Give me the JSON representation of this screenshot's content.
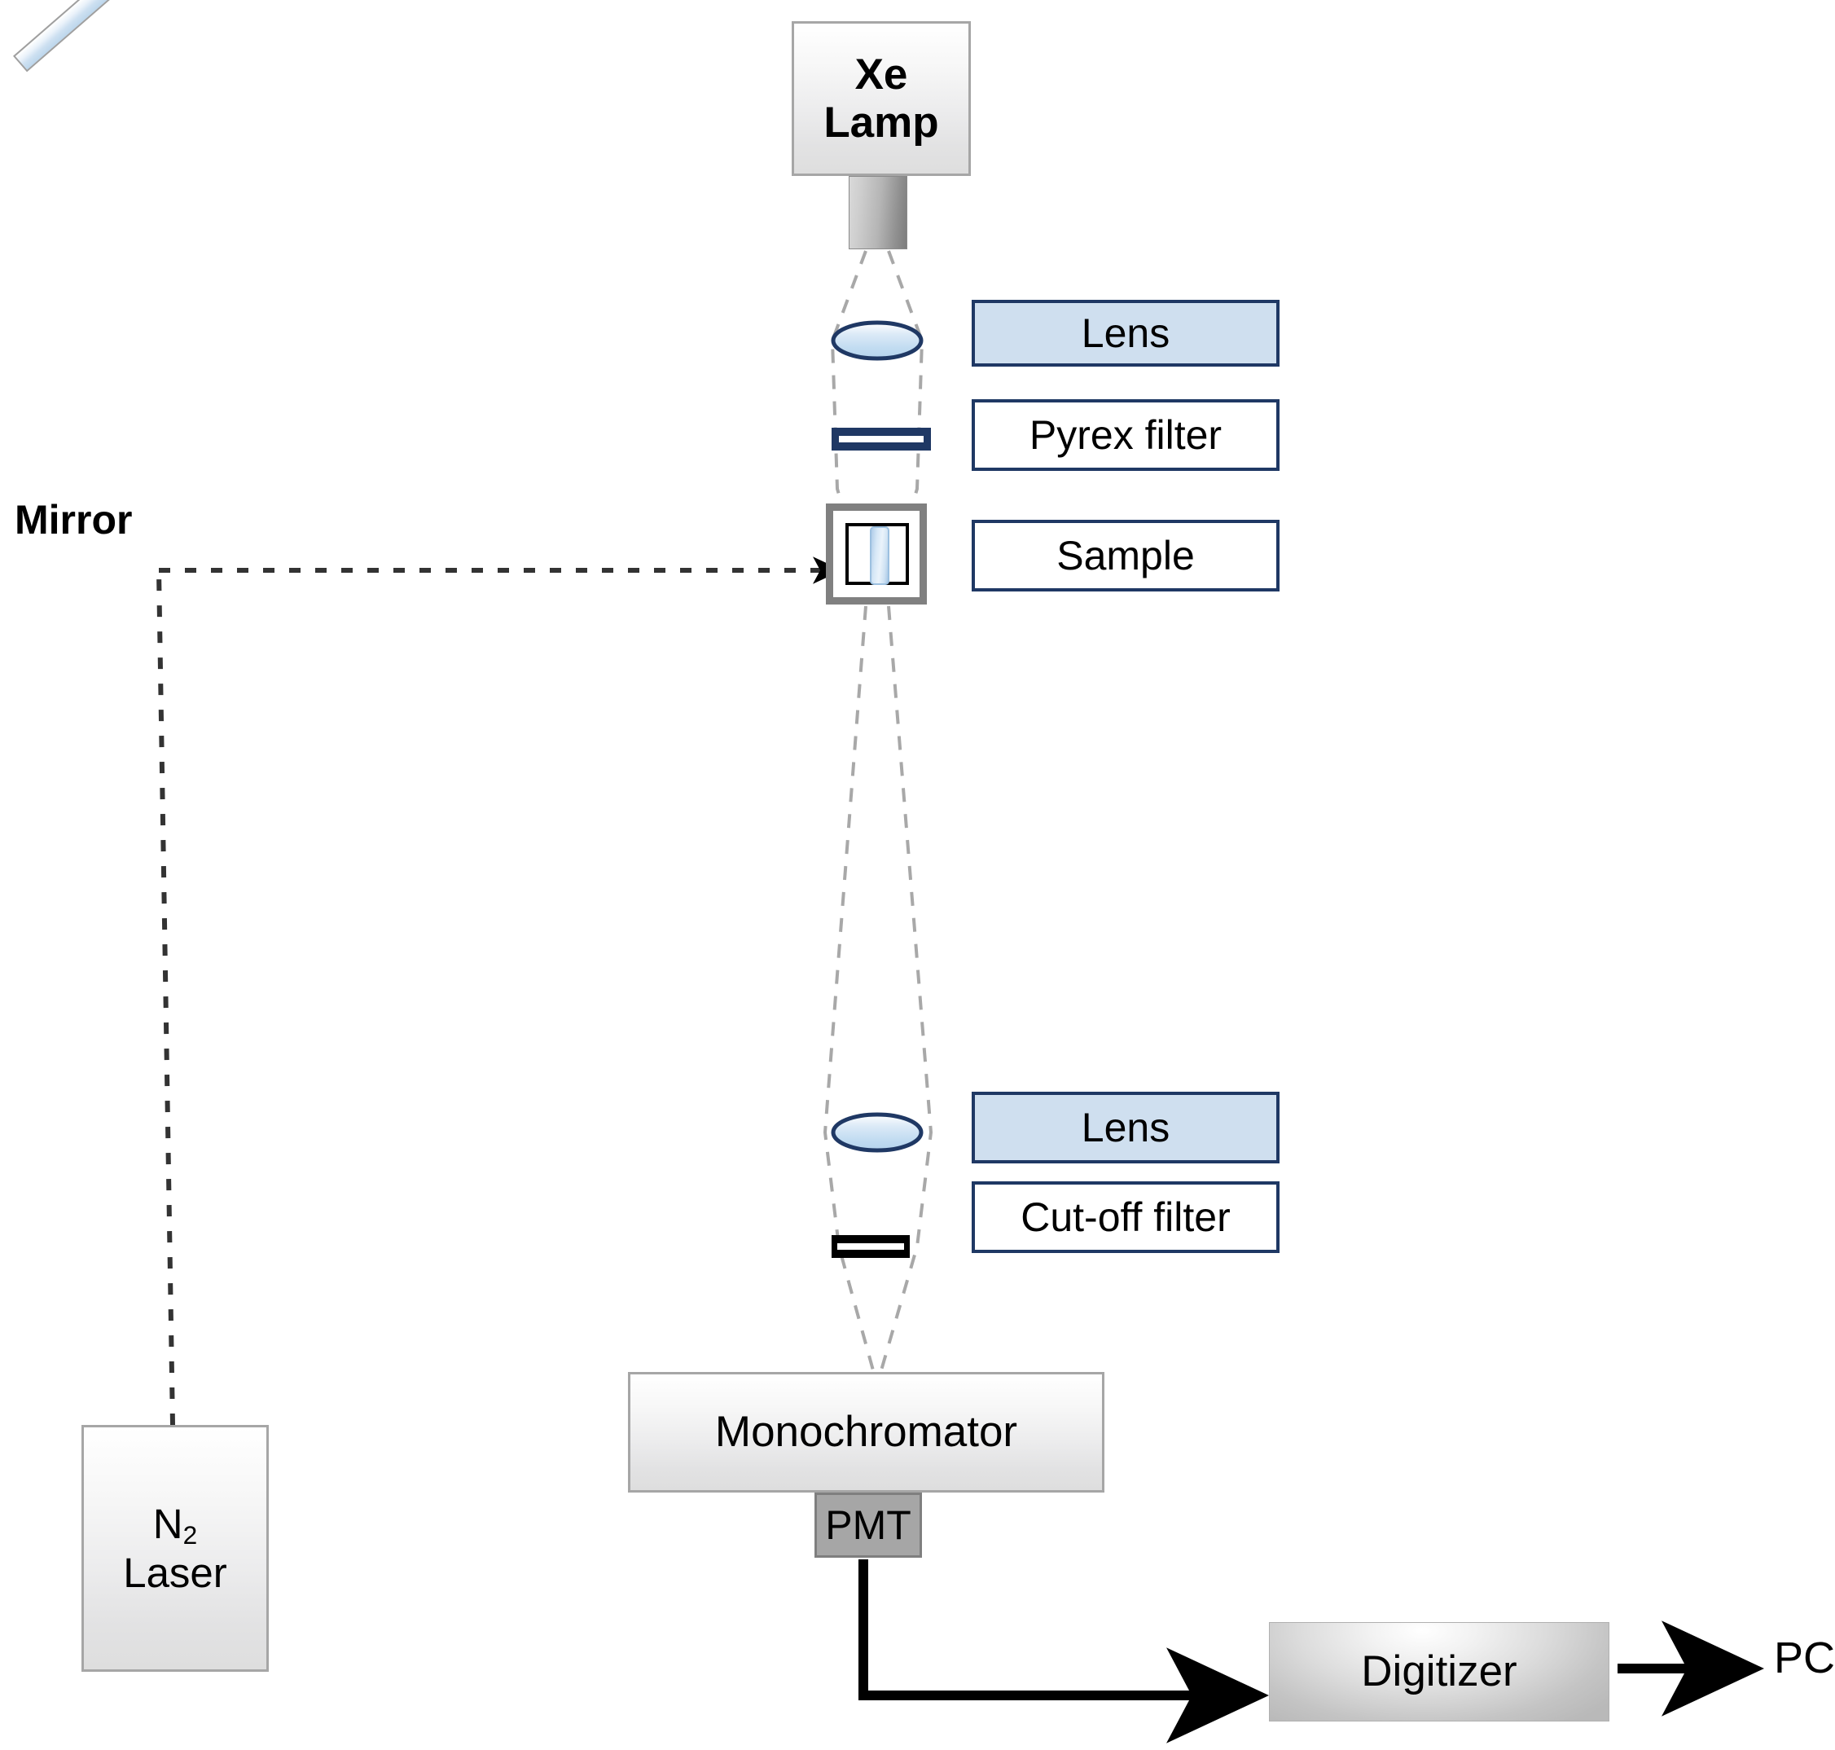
{
  "diagram": {
    "title": "Laser flash photolysis / luminescence spectrometer optical layout",
    "colors": {
      "callout_border": "#1F3864",
      "callout_tint": "#CFDFEF",
      "pyrex_filter": "#1F3864",
      "cutoff_filter": "#000000",
      "instrument_border": "#A6A6A6",
      "pmt_fill": "#A6A6A6",
      "sample_holder_border": "#808080",
      "ray_dash": "#A6A6A6",
      "beam_dash": "#404040",
      "signal_line": "#000000"
    }
  },
  "components": {
    "xe_lamp": {
      "line1": "Xe",
      "line2": "Lamp"
    },
    "lamp_aperture": {
      "label": "lamp-aperture"
    },
    "mirror": {
      "label": "Mirror"
    },
    "n2_laser": {
      "symbol": "N",
      "subscript": "2",
      "line2": "Laser"
    },
    "sample_holder": {
      "label": "sample-holder"
    },
    "pyrex_filter": {
      "label": "pyrex-filter-slab"
    },
    "cutoff_filter": {
      "label": "cutoff-filter-slab"
    },
    "lens_top": {
      "label": "lens-element-upper"
    },
    "lens_bottom": {
      "label": "lens-element-lower"
    },
    "monochromator": {
      "label": "Monochromator"
    },
    "pmt": {
      "label": "PMT"
    },
    "digitizer": {
      "label": "Digitizer"
    },
    "pc": {
      "label": "PC"
    }
  },
  "callouts": [
    {
      "id": "lens-top",
      "text": "Lens",
      "tinted": true
    },
    {
      "id": "pyrex",
      "text": "Pyrex filter",
      "tinted": false
    },
    {
      "id": "sample",
      "text": "Sample",
      "tinted": false
    },
    {
      "id": "lens-bottom",
      "text": "Lens",
      "tinted": true
    },
    {
      "id": "cutoff",
      "text": "Cut-off filter",
      "tinted": false
    }
  ],
  "beams": {
    "excitation_lamp": "dashed grey cone from Xe lamp aperture through lens, Pyrex filter, into sample",
    "emission": "dashed grey cone from sample down through lens and cut-off filter into monochromator",
    "laser": "dashed black beam from N2 laser up to mirror then horizontally right into sample",
    "signal": "solid black arrow from PMT down and right into Digitizer, then right to PC"
  }
}
